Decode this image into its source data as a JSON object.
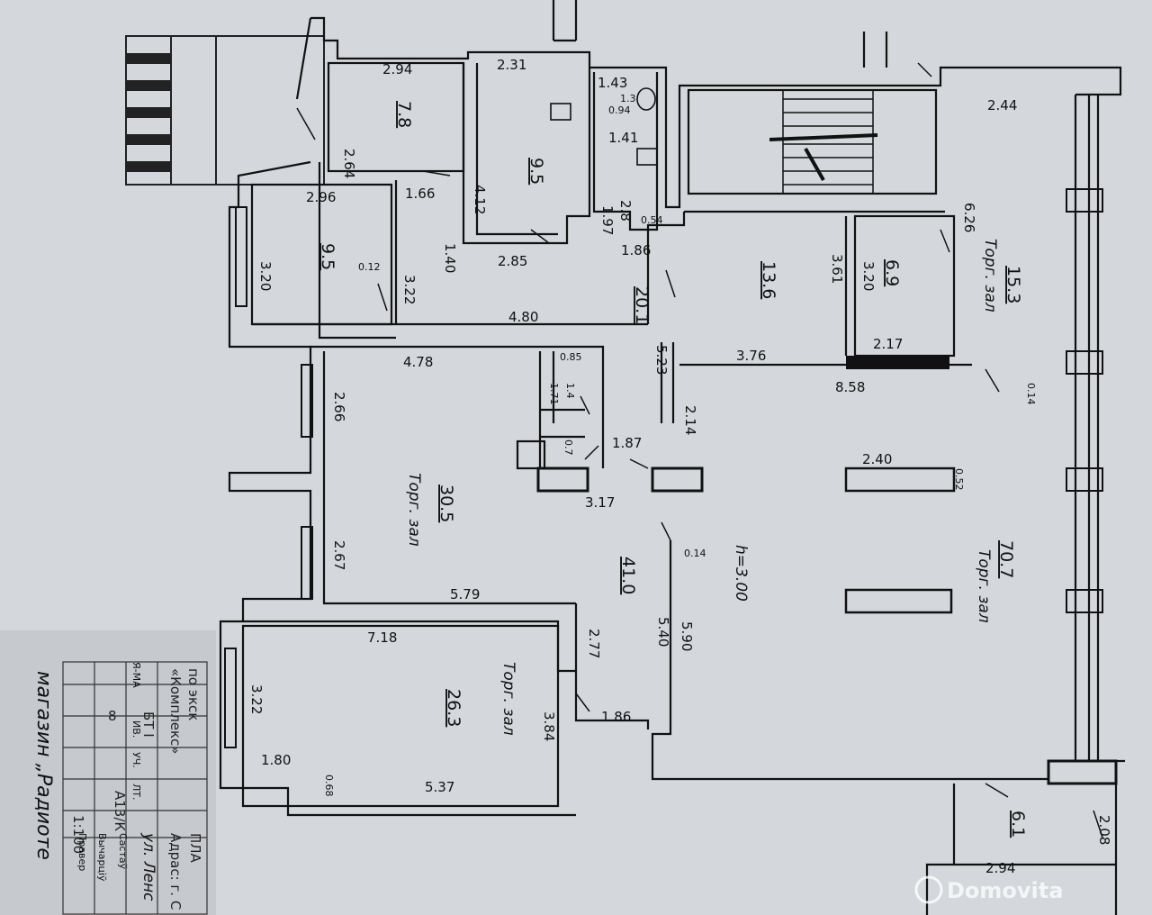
{
  "plan": {
    "dimensions": {
      "d_294_top": "2.94",
      "d_231": "2.31",
      "d_264": "2.64",
      "d_143": "1.43",
      "d_13": "1.3",
      "d_094": "0.94",
      "d_141": "1.41",
      "d_412": "4.12",
      "d_197": "1.97",
      "d_28": "2.8",
      "d_296": "2.96",
      "d_166": "1.66",
      "d_140": "1.40",
      "d_322_top": "3.22",
      "d_320_left": "3.20",
      "d_012": "0.12",
      "d_285": "2.85",
      "d_186_top": "1.86",
      "d_054": "0.54",
      "d_244": "2.44",
      "d_626": "6.26",
      "d_361": "3.61",
      "d_320_mid": "3.20",
      "d_217": "2.17",
      "d_376": "3.76",
      "d_858": "8.58",
      "d_014_right": "0.14",
      "d_480": "4.80",
      "d_478": "4.78",
      "d_085": "0.85",
      "d_171": "1.71",
      "d_14": "1.4",
      "d_07": "0.7",
      "d_266": "2.66",
      "d_523": "5.23",
      "d_214": "2.14",
      "d_187": "1.87",
      "d_240": "2.40",
      "d_052": "0.52",
      "d_317": "3.17",
      "d_014_mid": "0.14",
      "d_267": "2.67",
      "d_579": "5.79",
      "d_718": "7.18",
      "d_277": "2.77",
      "d_540": "5.40",
      "d_590": "5.90",
      "d_322_bottom": "3.22",
      "d_384": "3.84",
      "d_186_bottom": "1.86",
      "d_180": "1.80",
      "d_068": "0.68",
      "d_537": "5.37",
      "d_208": "2.08",
      "d_294_bottom": "2.94"
    },
    "areas": {
      "a_78": "7.8",
      "a_95_top": "9.5",
      "a_95_left": "9.5",
      "a_201": "20.1",
      "a_136": "13.6",
      "a_69": "6.9",
      "a_153": "15.3",
      "a_305": "30.5",
      "a_410": "41.0",
      "a_707": "70.7",
      "a_263": "26.3",
      "a_61": "6.1"
    },
    "labels": {
      "torg_zal_1": "Торг. зал",
      "torg_zal_2": "Торг. зал",
      "torg_zal_3": "Торг. зал",
      "torg_zal_4": "Торг. зал",
      "height": "h=3.00"
    },
    "stamp": {
      "line1": "по экск",
      "line2": "«Комплекс»",
      "line3": "БТ I",
      "col_kvm": "Я-МА",
      "col_inv": "ИВ.",
      "col_uch": "УЧ.",
      "col_lit": "ЛТ.",
      "value_8": "8",
      "lit_value": "А13/К",
      "scale": "1:100",
      "title_caption": "магазин „Радиоте",
      "plan_word": "ПЛА",
      "address": "Адрас: г. С",
      "street": "ул. Ленс",
      "compiled": "Састаў",
      "drawn": "Вычарціў",
      "checked": "Правер"
    },
    "watermark": "Domovita"
  }
}
